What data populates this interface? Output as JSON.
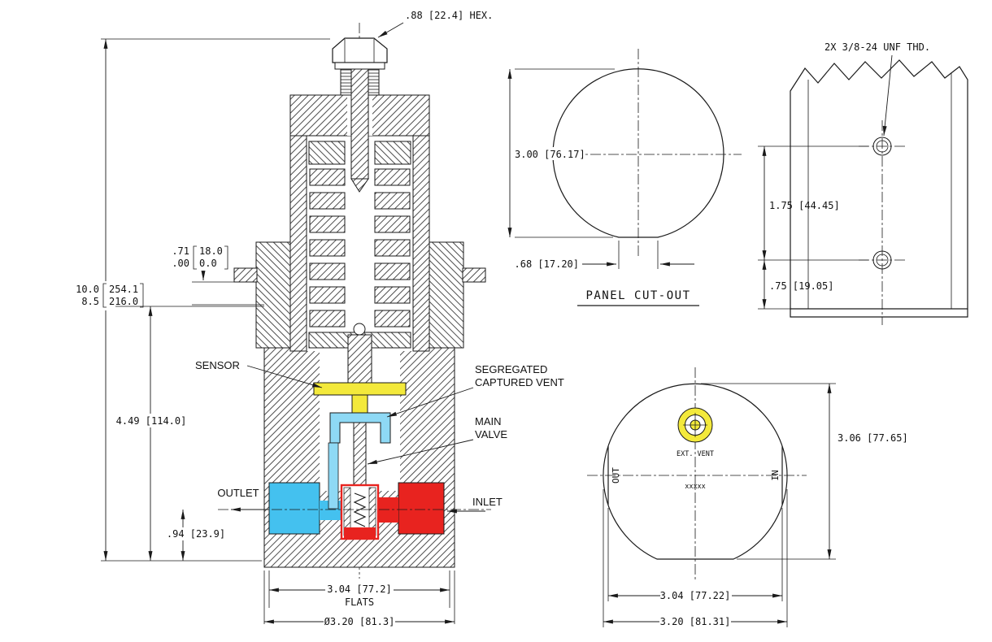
{
  "view_section": {
    "hex_callout": ".88 [22.4] HEX.",
    "sensor": "SENSOR",
    "vent_l1": "SEGREGATED",
    "vent_l2": "CAPTURED VENT",
    "valve_l1": "MAIN",
    "valve_l2": "VALVE",
    "outlet": "OUTLET",
    "inlet": "INLET",
    "h_in_max": "10.0",
    "h_in_min": "8.5",
    "h_mm_max": "254.1",
    "h_mm_min": "216.0",
    "t_in_max": ".71",
    "t_in_min": ".00",
    "t_mm_max": "18.0",
    "t_mm_min": "0.0",
    "body_h": "4.49 [114.0]",
    "port_h": ".94 [23.9]",
    "flats": "3.04 [77.2]",
    "flats_word": "FLATS",
    "dia": "Ø3.20 [81.3]"
  },
  "view_cutout": {
    "dia": "3.00 [76.17]",
    "flat": ".68 [17.20]",
    "caption": "PANEL CUT-OUT"
  },
  "view_panel": {
    "thread_callout": "2X 3/8-24 UNF THD.",
    "spacing": "1.75 [44.45]",
    "offset": ".75 [19.05]"
  },
  "view_bottom": {
    "vent": "EXT. VENT",
    "out_label": "OUT",
    "in_label": "IN",
    "part": "xxxxx",
    "height": "3.06 [77.65]",
    "flats": "3.04 [77.22]",
    "dia": "3.20 [81.31]"
  },
  "colors": {
    "outlet_blue": "#44C1EF",
    "vent_blue": "#8ED9F5",
    "inlet_red": "#E8231F",
    "sensor_yellow": "#F3E93B",
    "vent_yellow": "#F3E93B",
    "line": "#1A1A1A"
  }
}
